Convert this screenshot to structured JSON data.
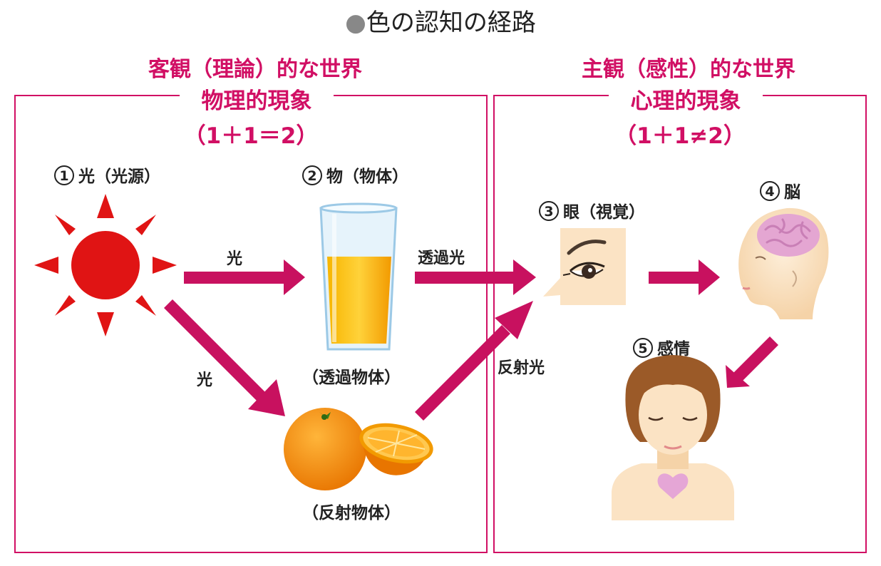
{
  "title": "色の認知の経路",
  "title_bullet": "●",
  "left": {
    "world": "客観（理論）的な世界",
    "phenomenon": "物理的現象",
    "formula": "（1＋1＝2）"
  },
  "right": {
    "world": "主観（感性）的な世界",
    "phenomenon": "心理的現象",
    "formula": "（1＋1≠2）"
  },
  "nodes": {
    "light": {
      "num": "1",
      "label": "光（光源）"
    },
    "object": {
      "num": "2",
      "label": "物（物体）"
    },
    "eye": {
      "num": "3",
      "label": "眼（視覚）"
    },
    "brain": {
      "num": "4",
      "label": "脳"
    },
    "emotion": {
      "num": "5",
      "label": "感情"
    }
  },
  "captions": {
    "transmissive": "（透過物体）",
    "reflective": "（反射物体）"
  },
  "flows": {
    "light_to_glass": "光",
    "light_to_orange": "光",
    "transmitted": "透過光",
    "reflected": "反射光"
  },
  "colors": {
    "accent": "#d10f64",
    "arrow": "#c8115f",
    "sun": "#e01414",
    "juice": "#f5a400",
    "orange": "#f28a00",
    "skin": "#fbe3c4",
    "brain": "#e4a6d2",
    "hair": "#9b5a28",
    "heart": "#e5a6d6"
  }
}
